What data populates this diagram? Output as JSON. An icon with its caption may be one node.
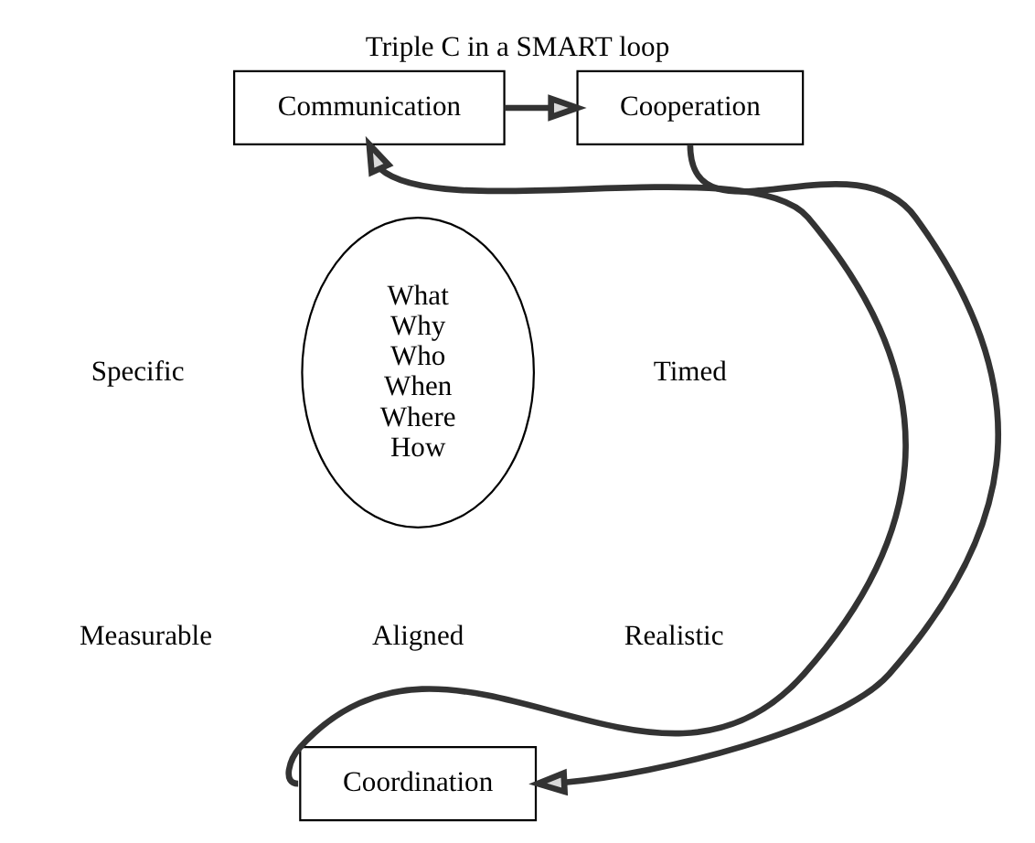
{
  "diagram": {
    "title": "Triple C in a SMART loop",
    "nodes": [
      {
        "text": [
          "Communication"
        ]
      },
      {
        "text": [
          "What",
          "Why",
          "Who",
          "When",
          "Where",
          "How"
        ]
      },
      {
        "text": [
          "Cooperation"
        ]
      },
      {
        "text": [
          "Coordination"
        ]
      }
    ],
    "edges": [
      {
        "from": 0,
        "to": 2,
        "arrow": "to"
      },
      {
        "from": 2,
        "to": 3,
        "arrow": "to"
      },
      {
        "from": 3,
        "to": 0,
        "arrow": "to"
      }
    ],
    "labels": [
      "Specific",
      "Timed",
      "Measurable",
      "Realistic",
      "Aligned"
    ]
  }
}
